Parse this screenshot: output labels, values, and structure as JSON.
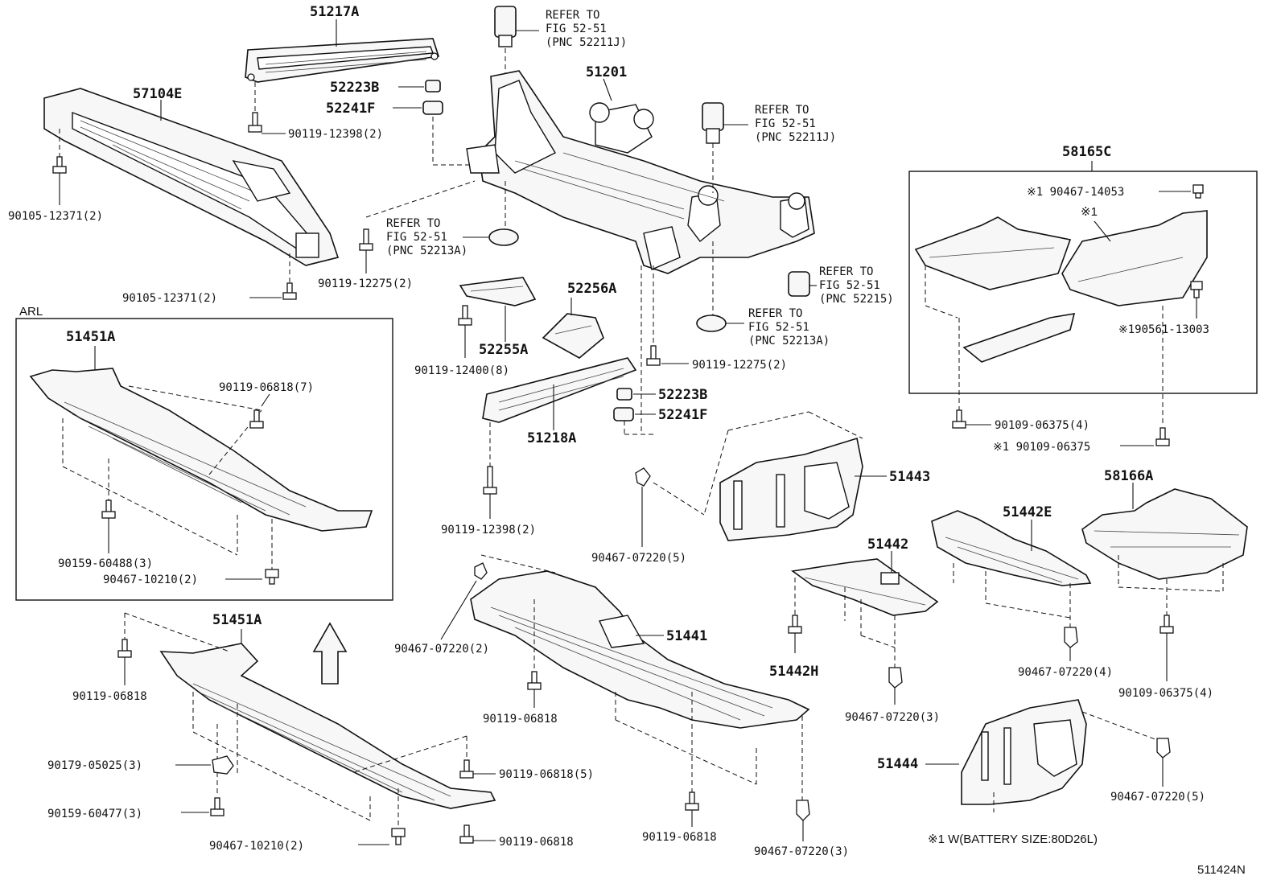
{
  "refer_notes": {
    "ref1": [
      "REFER TO",
      "FIG 52-51",
      "(PNC 52211J)"
    ],
    "ref2": [
      "REFER TO",
      "FIG 52-51",
      "(PNC 52211J)"
    ],
    "ref3": [
      "REFER TO",
      "FIG 52-51",
      "(PNC 52213A)"
    ],
    "ref4": [
      "REFER TO",
      "FIG 52-51",
      "(PNC 52215)"
    ],
    "ref5": [
      "REFER TO",
      "FIG 52-51",
      "(PNC 52213A)"
    ]
  },
  "parts": {
    "p51217A": "51217A",
    "p57104E": "57104E",
    "p52223B_a": "52223B",
    "p52241F_a": "52241F",
    "p51201": "51201",
    "p58165C": "58165C",
    "p52256A": "52256A",
    "p52255A": "52255A",
    "p51218A": "51218A",
    "p52223B_b": "52223B",
    "p52241F_b": "52241F",
    "p51451A_arl": "51451A",
    "p51451A": "51451A",
    "p51443": "51443",
    "p51442E": "51442E",
    "p58166A": "58166A",
    "p51442": "51442",
    "p51441": "51441",
    "p51442H": "51442H",
    "p51444": "51444"
  },
  "fasteners": {
    "f1": "90119-12398(2)",
    "f2": "90105-12371(2)",
    "f3": "90105-12371(2)",
    "f4": "90119-12275(2)",
    "f5": "90119-12400(8)",
    "f6": "90119-12275(2)",
    "f7": "90119-12398(2)",
    "f8": "90467-07220(5)",
    "f9": "90119-06818(7)",
    "f10": "90159-60488(3)",
    "f11": "90467-10210(2)",
    "f12": "90119-06818",
    "f13": "90467-07220(2)",
    "f14": "90119-06818",
    "f15": "90179-05025(3)",
    "f16": "90119-06818(5)",
    "f17": "90159-60477(3)",
    "f18": "90119-06818",
    "f19": "90467-10210(2)",
    "f20": "90119-06818",
    "f21": "90467-07220(3)",
    "f22": "90467-07220(3)",
    "f23": "90467-07220(4)",
    "f24": "90109-06375(4)",
    "f25": "90467-07220(5)",
    "f26": "90109-06375(4)",
    "f27": "※1 90467-14053",
    "f28": "※1",
    "f29": "※190561-13003",
    "f30": "※1 90109-06375"
  },
  "inset_label": "ARL",
  "footnote": "※1 W(BATTERY SIZE:80D26L)",
  "figure_id": "511424N"
}
